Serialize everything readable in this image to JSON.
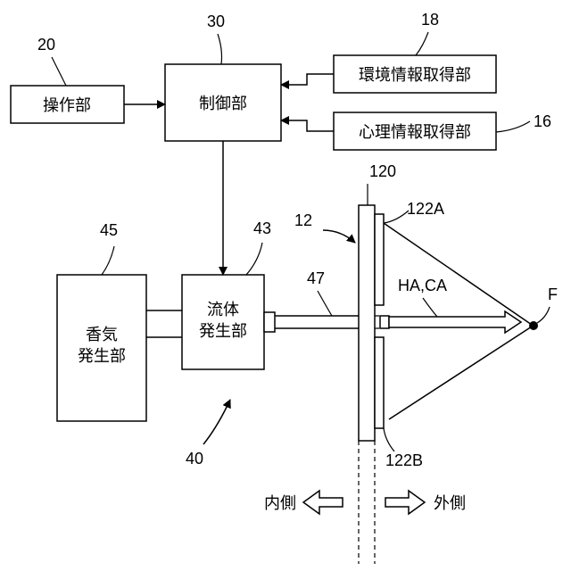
{
  "blocks": {
    "operation": {
      "ref": "20",
      "label": "操作部"
    },
    "control": {
      "ref": "30",
      "label": "制御部"
    },
    "environment": {
      "ref": "18",
      "label": "環境情報取得部"
    },
    "psychology": {
      "ref": "16",
      "label": "心理情報取得部"
    },
    "fragrance": {
      "ref": "45",
      "lines": [
        "香気",
        "発生部"
      ]
    },
    "fluid": {
      "ref": "43",
      "lines": [
        "流体",
        "発生部"
      ]
    }
  },
  "panel": {
    "ref": "12",
    "plate_ref": "120",
    "upper_ref": "122A",
    "lower_ref": "122B"
  },
  "duct_ref": "47",
  "flow_label": "HA,CA",
  "focus_label": "F",
  "system_ref": "40",
  "directions": {
    "inside": "内側",
    "outside": "外側"
  }
}
